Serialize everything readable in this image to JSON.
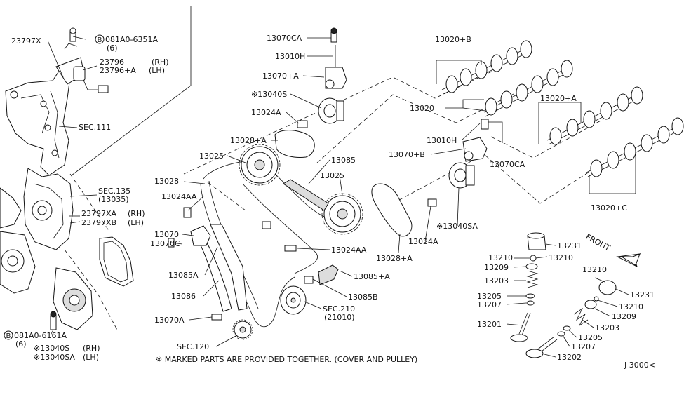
{
  "labels": {
    "p23797x": "23797X",
    "bolt081a6351": "081A0-6351A",
    "bolt081a6351_qty": "(6)",
    "p23796": "23796",
    "p23796_rh": "(RH)",
    "p23796a": "23796+A",
    "p23796a_lh": "(LH)",
    "sec111": "SEC.111",
    "sec135": "SEC.135",
    "sec135_sub": "(13035)",
    "p23797xa": "23797XA",
    "p23797xa_rh": "(RH)",
    "p23797xb": "23797XB",
    "p23797xb_lh": "(LH)",
    "bolt081a6161": "081A0-6161A",
    "bolt081a6161_qty": "(6)",
    "p13040s_rh": "※13040S",
    "p13040s_rh_side": "(RH)",
    "p13040sa_lh": "※13040SA",
    "p13040sa_lh_side": "(LH)",
    "p13070ca_top": "13070CA",
    "p13010h_top": "13010H",
    "p13070a_top": "13070+A",
    "p13040s": "※13040S",
    "p13024a_top": "13024A",
    "p13028a": "13028+A",
    "p13025_left": "13025",
    "p13085": "13085",
    "p13025_mid": "13025",
    "p13028": "13028",
    "p13024aa_left": "13024AA",
    "p13070": "13070",
    "p13070c": "13070C",
    "p13085a": "13085A",
    "p13086": "13086",
    "p13070a_bottom": "13070A",
    "sec120": "SEC.120",
    "p13024aa_mid": "13024AA",
    "p13085a_plus": "13085+A",
    "p13085b": "13085B",
    "sec210": "SEC.210",
    "sec210_sub": "(21010)",
    "p13028a_right": "13028+A",
    "p13024a_right": "13024A",
    "p13040sa": "※13040SA",
    "p13020b": "13020+B",
    "p13020": "13020",
    "p13020a": "13020+A",
    "p13010h_right": "13010H",
    "p13070b": "13070+B",
    "p13070ca_right": "13070CA",
    "p13020c": "13020+C",
    "front": "FRONT",
    "p13231_top": "13231",
    "p13210_a": "13210",
    "p13210_b": "13210",
    "p13209_left": "13209",
    "p13203_left": "13203",
    "p13205_left": "13205",
    "p13207_left": "13207",
    "p13201": "13201",
    "p13210_right_top": "13210",
    "p13231_right": "13231",
    "p13210_right": "13210",
    "p13209_right": "13209",
    "p13203_right": "13203",
    "p13205_right": "13205",
    "p13207_right": "13207",
    "p13202": "13202",
    "footnote": "※ MARKED PARTS ARE PROVIDED TOGETHER. (COVER AND PULLEY)",
    "diagram_id": "J 3000<",
    "b_marker": "B"
  },
  "colors": {
    "ink": "#111111",
    "background": "#ffffff"
  }
}
